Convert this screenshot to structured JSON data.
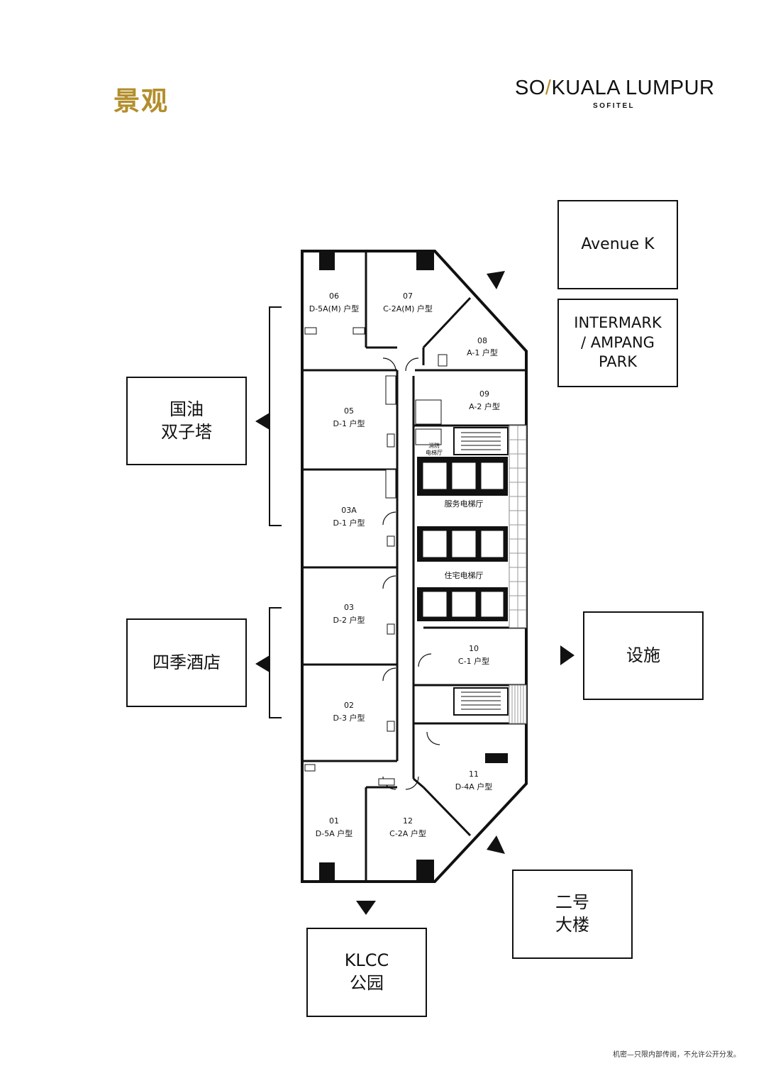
{
  "header": {
    "title": "景观",
    "logo_main_a": "SO",
    "logo_main_b": "/",
    "logo_main_c": "KUALA LUMPUR",
    "logo_sub": "SOFITEL"
  },
  "views": {
    "avenue_k": "Avenue K",
    "intermark": "INTERMARK\n/ AMPANG\nPARK",
    "petronas": "国油\n双子塔",
    "four_seasons": "四季酒店",
    "facilities": "设施",
    "tower2": "二号\n大楼",
    "klcc": "KLCC\n公园"
  },
  "units": [
    {
      "no": "06",
      "type": "D-5A(M) 户型"
    },
    {
      "no": "07",
      "type": "C-2A(M) 户型"
    },
    {
      "no": "08",
      "type": "A-1 户型"
    },
    {
      "no": "05",
      "type": "D-1 户型"
    },
    {
      "no": "09",
      "type": "A-2 户型"
    },
    {
      "no": "03A",
      "type": "D-1 户型"
    },
    {
      "no": "03",
      "type": "D-2 户型"
    },
    {
      "no": "10",
      "type": "C-1 户型"
    },
    {
      "no": "02",
      "type": "D-3 户型"
    },
    {
      "no": "11",
      "type": "D-4A 户型"
    },
    {
      "no": "01",
      "type": "D-5A 户型"
    },
    {
      "no": "12",
      "type": "C-2A 户型"
    }
  ],
  "core": {
    "fire_lobby_1": "消防",
    "fire_lobby_2": "电梯厅",
    "service_lobby": "服务电梯厅",
    "residential_lobby": "住宅电梯厅"
  },
  "footer": "机密—只限内部传阅，不允许公开分发。"
}
